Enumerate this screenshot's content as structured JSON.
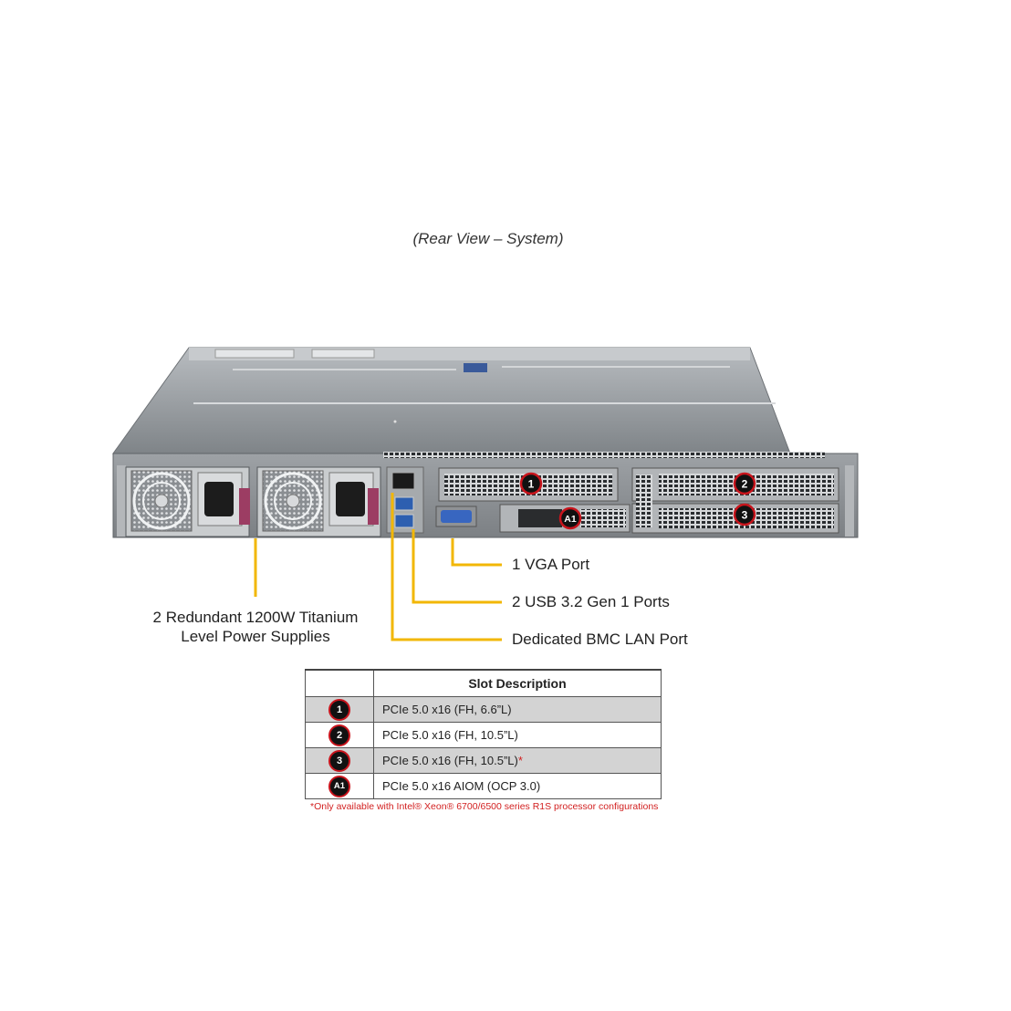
{
  "title": "(Rear View – System)",
  "callouts": {
    "vga": "1 VGA Port",
    "usb": "2 USB 3.2 Gen 1 Ports",
    "bmc": "Dedicated BMC LAN Port",
    "psu_line1": "2 Redundant 1200W Titanium",
    "psu_line2": "Level Power Supplies"
  },
  "slot_markers": [
    "1",
    "2",
    "3",
    "A1"
  ],
  "table": {
    "header": "Slot Description",
    "rows": [
      {
        "id": "1",
        "desc": "PCIe 5.0 x16 (FH, 6.6”L)",
        "asterisk": ""
      },
      {
        "id": "2",
        "desc": "PCIe 5.0 x16 (FH, 10.5”L)",
        "asterisk": ""
      },
      {
        "id": "3",
        "desc": "PCIe 5.0 x16 (FH, 10.5”L)",
        "asterisk": "*"
      },
      {
        "id": "A1",
        "desc": "PCIe 5.0 x16 AIOM (OCP 3.0)",
        "asterisk": ""
      }
    ]
  },
  "footnote": "*Only available with Intel® Xeon® 6700/6500 series R1S processor configurations",
  "colors": {
    "callout_line": "#f2b705",
    "marker_border": "#c8141c",
    "footnote": "#d21f1f",
    "chassis": "#8e9296",
    "table_shade": "#d3d3d3"
  }
}
